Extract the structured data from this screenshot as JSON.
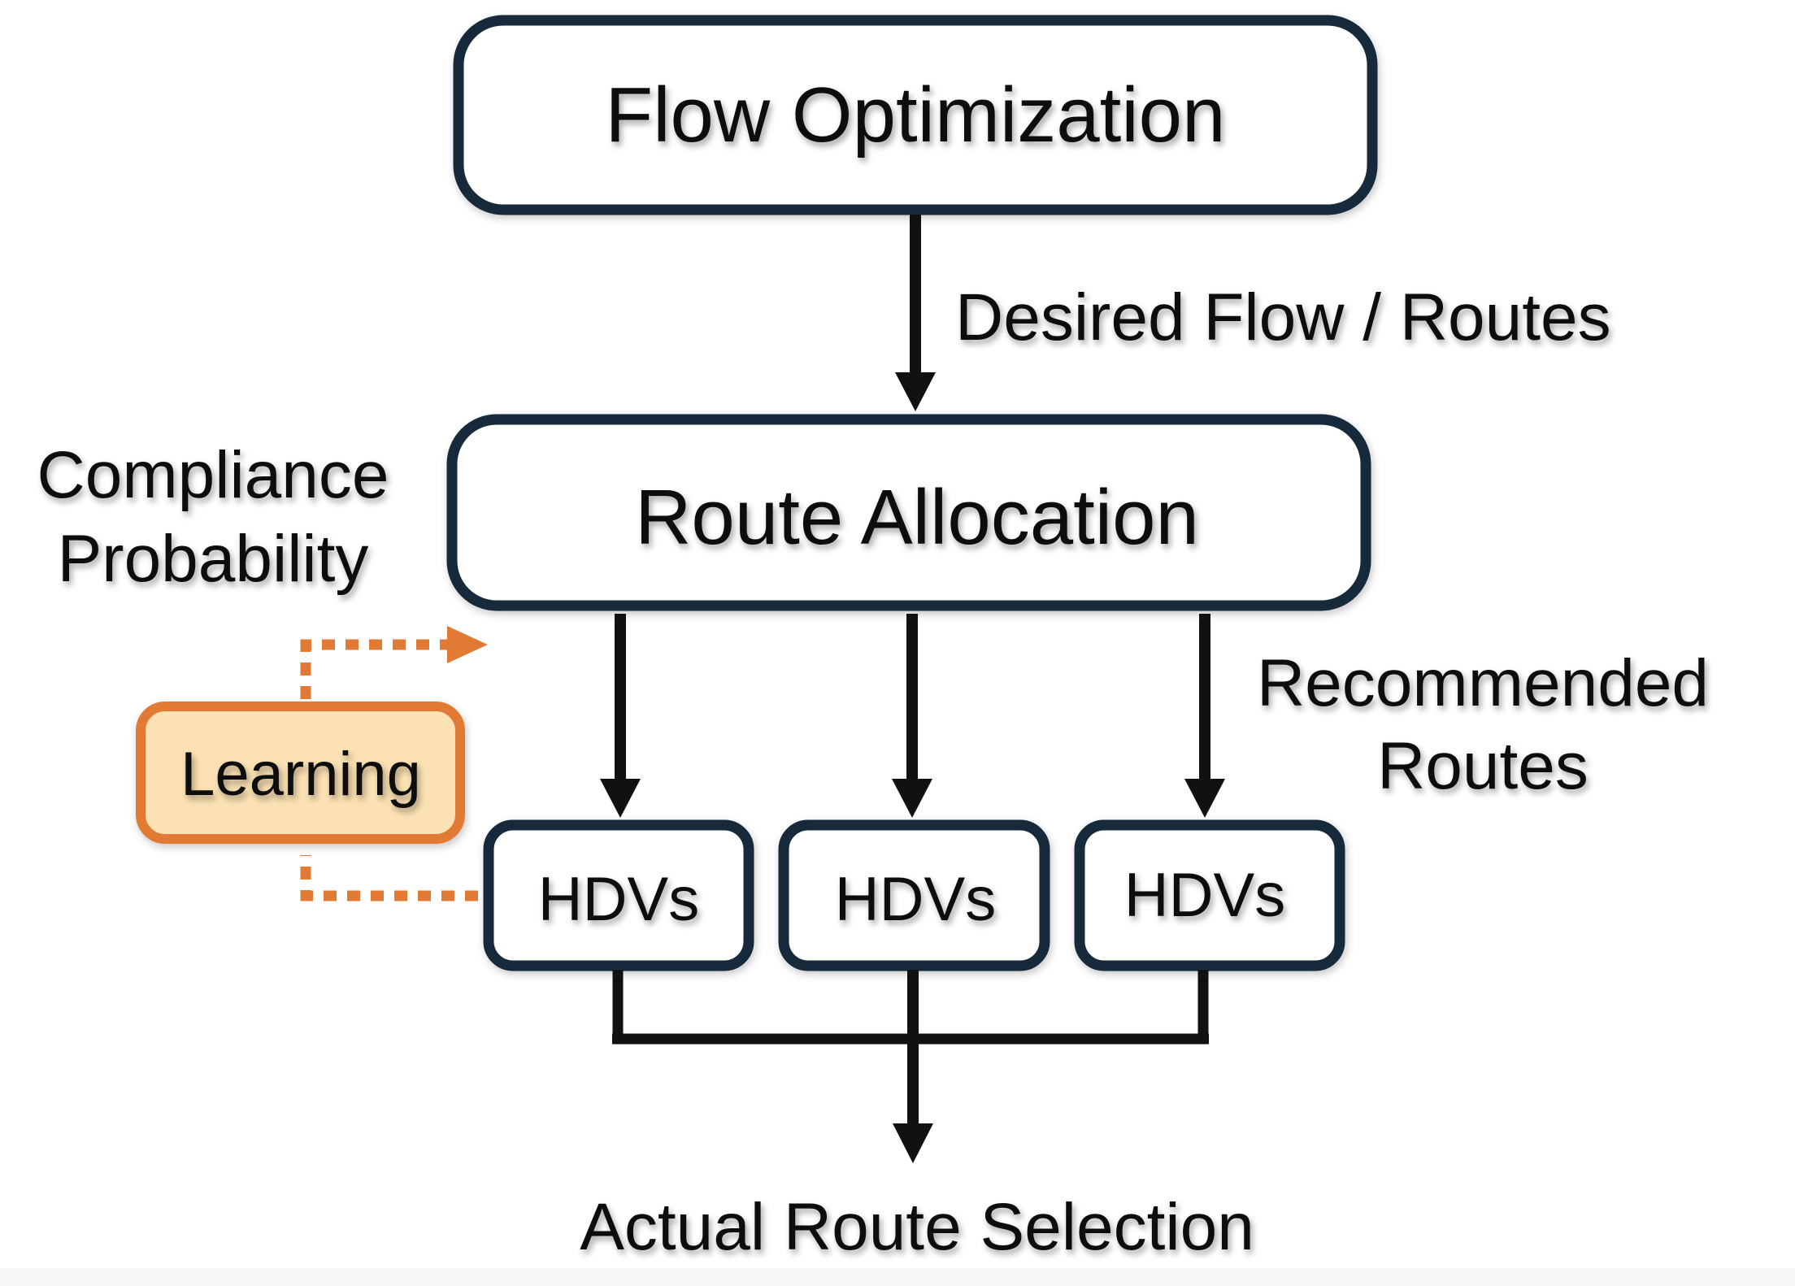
{
  "diagram": {
    "nodes": {
      "flow_optimization": "Flow Optimization",
      "route_allocation": "Route Allocation",
      "learning": "Learning",
      "hdv_1": "HDVs",
      "hdv_2": "HDVs",
      "hdv_3": "HDVs"
    },
    "labels": {
      "desired_flow": "Desired Flow / Routes",
      "compliance_line1": "Compliance",
      "compliance_line2": "Probability",
      "recommended_line1": "Recommended",
      "recommended_line2": "Routes",
      "actual_route_selection": "Actual Route Selection"
    },
    "colors": {
      "box_stroke": "#16293a",
      "arrow": "#111111",
      "learning_stroke": "#e07a35",
      "learning_fill": "#fbe1b3",
      "dotted": "#e07a35",
      "text": "#111111"
    }
  }
}
